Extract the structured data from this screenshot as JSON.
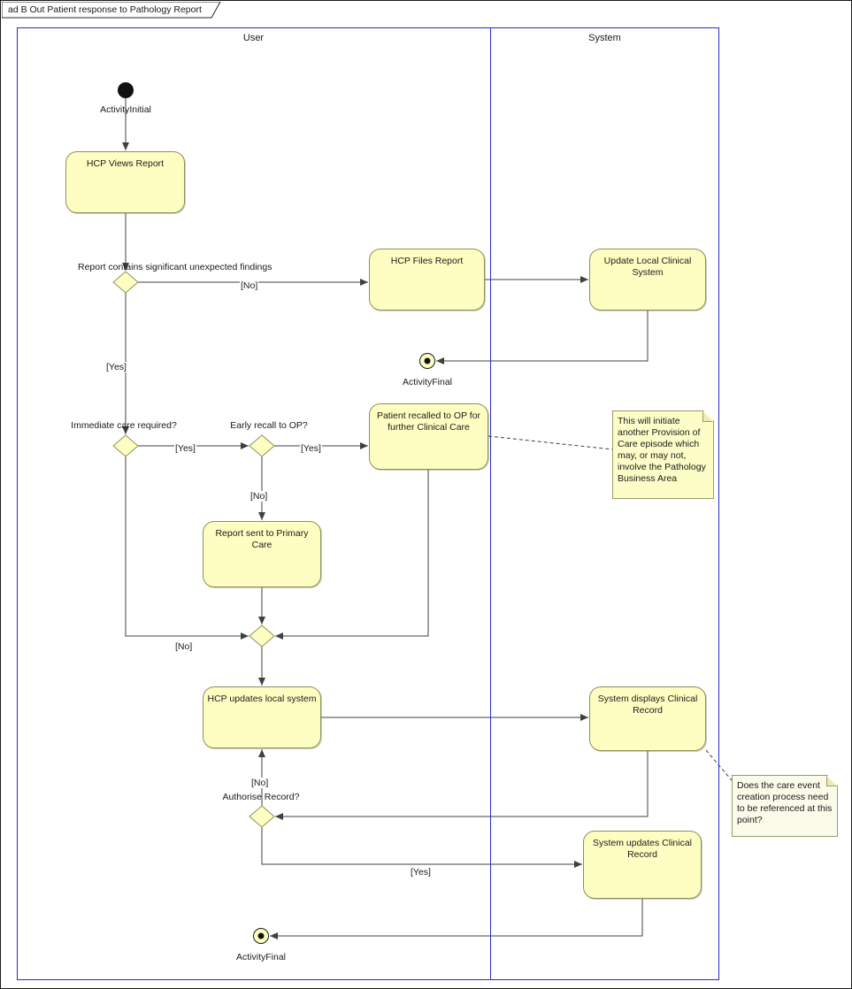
{
  "frame": {
    "title": "ad B Out Patient response to Pathology Report"
  },
  "lanes": [
    {
      "label": "User"
    },
    {
      "label": "System"
    }
  ],
  "markers": {
    "initial_label": "ActivityInitial",
    "final1_label": "ActivityFinal",
    "final2_label": "ActivityFinal"
  },
  "activities": [
    {
      "label": "HCP Views Report"
    },
    {
      "label": "HCP Files Report"
    },
    {
      "label": "Update Local Clinical System"
    },
    {
      "label": "Patient recalled to OP for further Clinical Care"
    },
    {
      "label": "Report sent to Primary Care"
    },
    {
      "label": "HCP updates local system"
    },
    {
      "label": "System displays Clinical Record"
    },
    {
      "label": "System updates Clinical Record"
    }
  ],
  "decision_labels": [
    {
      "text": "Report contains significant unexpected findings"
    },
    {
      "text": "Immediate care required?"
    },
    {
      "text": "Early recall to OP?"
    },
    {
      "text": "Authorise Record?"
    }
  ],
  "guards": [
    {
      "text": "[No]"
    },
    {
      "text": "[Yes]"
    },
    {
      "text": "[Yes]"
    },
    {
      "text": "[Yes]"
    },
    {
      "text": "[No]"
    },
    {
      "text": "[No]"
    },
    {
      "text": "[No]"
    },
    {
      "text": "[Yes]"
    }
  ],
  "notes": [
    {
      "text": "This will initiate another Provision of Care episode which may, or may not, involve the Pathology Business Area"
    },
    {
      "text": "Does the care event creation process need to be referenced at this point?"
    }
  ],
  "colors": {
    "activity_fill": "#FEFEC2",
    "activity_border": "#8F8F5A",
    "lane_border": "#2B2BC8",
    "connector": "#404040",
    "note_fill": "#FDFDC8"
  }
}
